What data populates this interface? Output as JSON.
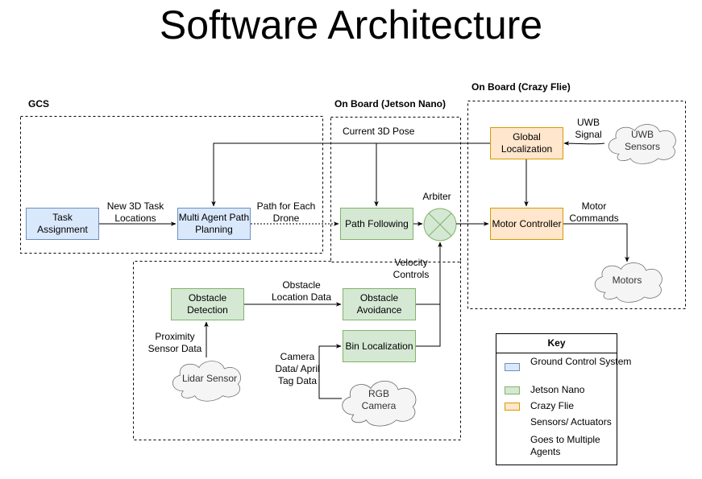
{
  "title": "Software Architecture",
  "regions": {
    "gcs": "GCS",
    "jetson": "On Board (Jetson Nano)",
    "crazyflie": "On Board (Crazy Flie)"
  },
  "nodes": {
    "task_assignment": "Task Assignment",
    "multi_agent_path_planning": "Multi Agent Path Planning",
    "path_following": "Path Following",
    "global_localization": "Global Localization",
    "motor_controller": "Motor Controller",
    "obstacle_detection": "Obstacle Detection",
    "obstacle_avoidance": "Obstacle Avoidance",
    "bin_localization": "Bin Localization",
    "arbiter": "Arbiter"
  },
  "sensors": {
    "uwb_sensors": "UWB Sensors",
    "motors": "Motors",
    "lidar_sensor": "Lidar Sensor",
    "rgb_camera": "RGB Camera"
  },
  "edge_labels": {
    "new_3d_task_locations": "New 3D Task Locations",
    "path_for_each_drone": "Path for Each Drone",
    "current_3d_pose": "Current 3D Pose",
    "uwb_signal": "UWB Signal",
    "motor_commands": "Motor Commands",
    "velocity_controls": "Velocity Controls",
    "obstacle_location_data": "Obstacle Location Data",
    "proximity_sensor_data": "Proximity Sensor Data",
    "camera_data": "Camera Data/ April Tag Data"
  },
  "key": {
    "title": "Key",
    "items": [
      {
        "label": "Ground Control System",
        "color": "#dae8fc",
        "border": "#6c8ebf"
      },
      {
        "label": "Jetson Nano",
        "color": "#d5e8d4",
        "border": "#82b366"
      },
      {
        "label": "Crazy Flie",
        "color": "#ffe6cc",
        "border": "#d79b00"
      },
      {
        "label": "Sensors/ Actuators",
        "icon": "cloud-icon"
      },
      {
        "label": "Goes to Multiple Agents",
        "icon": "dotted-arrow-icon"
      }
    ]
  }
}
